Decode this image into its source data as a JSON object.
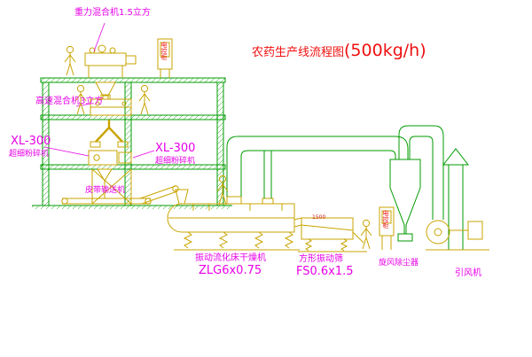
{
  "diagram": {
    "title": {
      "text": "农药生产线流程图",
      "capacity": "(500kg/h)"
    },
    "labels": {
      "gravity_mixer": "重力混合机1.5立方",
      "high_speed_mixer": "高速混合机3立方",
      "xl300_left_model": "XL-300",
      "xl300_left_name": "超细粉碎机",
      "xl300_center_model": "XL-300",
      "xl300_center_name": "超细粉碎机",
      "belt_conveyor": "皮带输送机",
      "dryer_name": "振动流化床干燥机",
      "dryer_model": "ZLG6x0.75",
      "sieve_name": "方形振动筛",
      "sieve_model": "FS0.6x1.5",
      "sieve_note": "1500",
      "cyclone": "旋风除尘器",
      "fan": "引风机",
      "cabinet_top": "电控柜",
      "cabinet_right": "电控柜"
    },
    "colors": {
      "line_green": "#009b00",
      "line_yellow": "#c8a400",
      "label_magenta": "#e800e8",
      "title_red": "#f01010"
    }
  }
}
